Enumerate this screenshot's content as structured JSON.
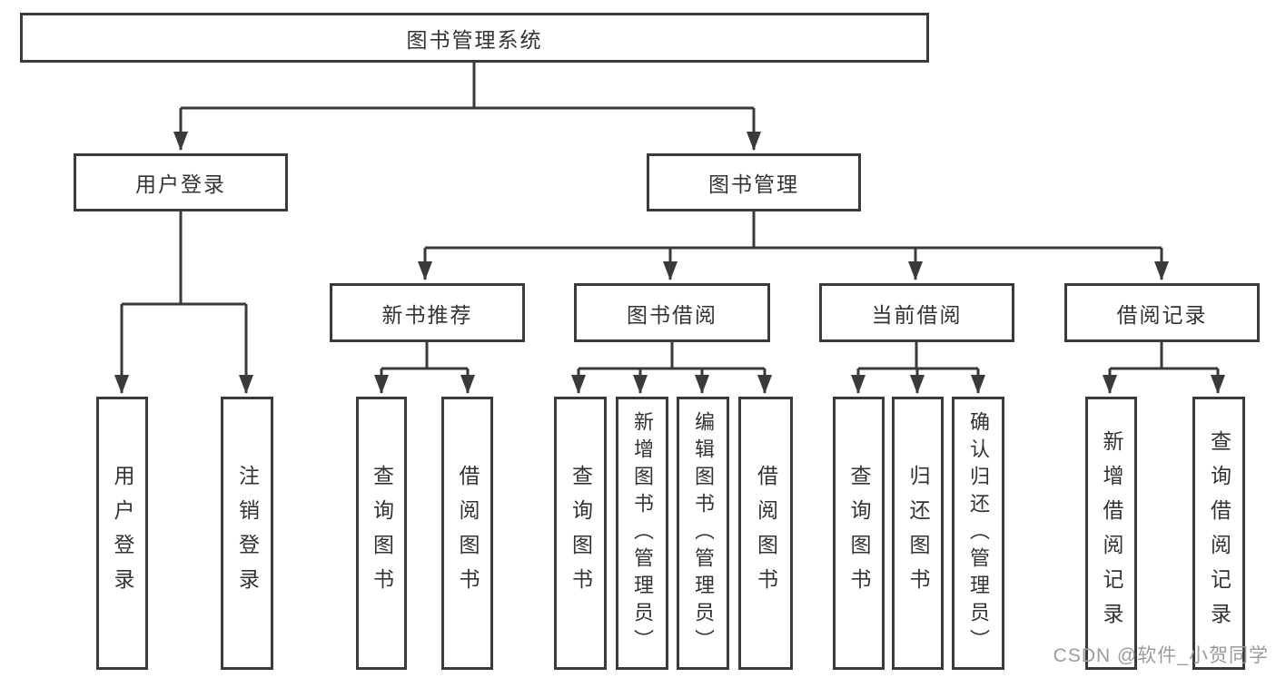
{
  "diagram": {
    "root": "图书管理系统",
    "branches": [
      {
        "label": "用户登录",
        "children": [
          {
            "label": "用户登录"
          },
          {
            "label": "注销登录"
          }
        ]
      },
      {
        "label": "图书管理",
        "children": [
          {
            "label": "新书推荐",
            "children": [
              {
                "label": "查询图书"
              },
              {
                "label": "借阅图书"
              }
            ]
          },
          {
            "label": "图书借阅",
            "children": [
              {
                "label": "查询图书"
              },
              {
                "label": "新增图书（管理员）"
              },
              {
                "label": "编辑图书（管理员）"
              },
              {
                "label": "借阅图书"
              }
            ]
          },
          {
            "label": "当前借阅",
            "children": [
              {
                "label": "查询图书"
              },
              {
                "label": "归还图书"
              },
              {
                "label": "确认归还（管理员）"
              }
            ]
          },
          {
            "label": "借阅记录",
            "children": [
              {
                "label": "新增借阅记录"
              },
              {
                "label": "查询借阅记录"
              }
            ]
          }
        ]
      }
    ]
  },
  "watermark": "CSDN @软件_小贺同学",
  "colors": {
    "line": "#3a3a3a",
    "text": "#333333",
    "watermark": "#9b9ba0",
    "background": "#ffffff"
  }
}
